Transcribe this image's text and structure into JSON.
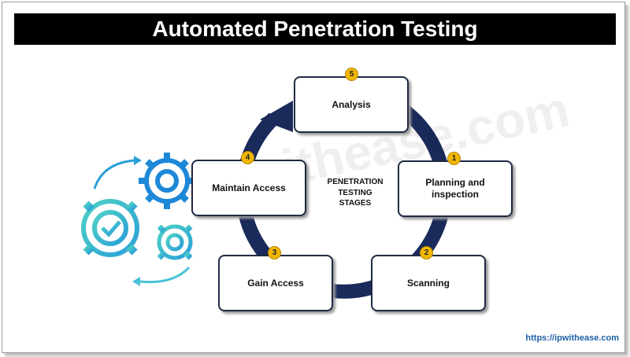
{
  "title": "Automated Penetration Testing",
  "center_label": [
    "PENETRATION",
    "TESTING",
    "STAGES"
  ],
  "stages": [
    {
      "number": "1",
      "label": "Planning and inspection"
    },
    {
      "number": "2",
      "label": "Scanning"
    },
    {
      "number": "3",
      "label": "Gain Access"
    },
    {
      "number": "4",
      "label": "Maintain Access"
    },
    {
      "number": "5",
      "label": "Analysis"
    }
  ],
  "watermark": "ipwithease.com",
  "footer_url": "https://ipwithease.com",
  "colors": {
    "cycle_ring": "#1a2a5a",
    "badge": "#f2b705",
    "gear_blue": "#1e88d8",
    "gear_teal": "#47c2d6",
    "title_bg": "#000000"
  }
}
